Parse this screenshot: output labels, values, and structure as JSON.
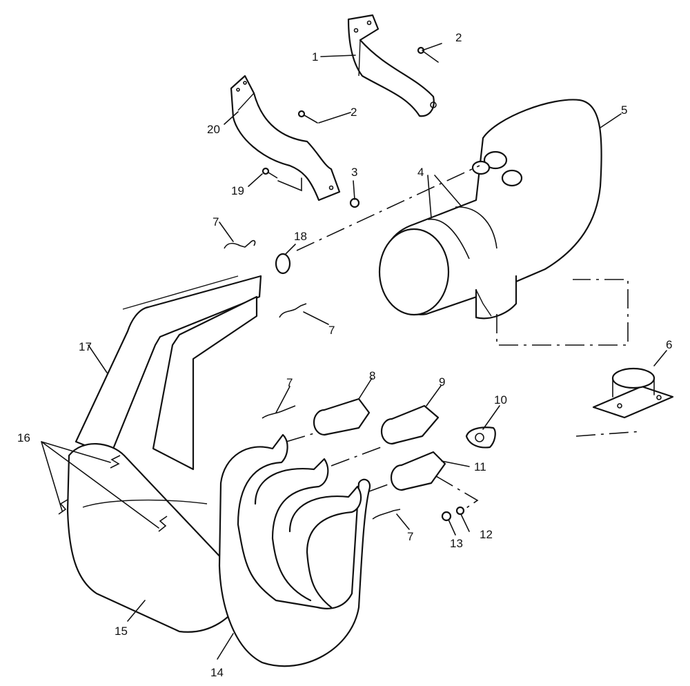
{
  "callouts": [
    {
      "id": "c1",
      "label": "1"
    },
    {
      "id": "c2a",
      "label": "2"
    },
    {
      "id": "c2b",
      "label": "2"
    },
    {
      "id": "c3",
      "label": "3"
    },
    {
      "id": "c4",
      "label": "4"
    },
    {
      "id": "c5",
      "label": "5"
    },
    {
      "id": "c6",
      "label": "6"
    },
    {
      "id": "c7a",
      "label": "7"
    },
    {
      "id": "c7b",
      "label": "7"
    },
    {
      "id": "c7c",
      "label": "7"
    },
    {
      "id": "c7d",
      "label": "7"
    },
    {
      "id": "c8",
      "label": "8"
    },
    {
      "id": "c9",
      "label": "9"
    },
    {
      "id": "c10",
      "label": "10"
    },
    {
      "id": "c11",
      "label": "11"
    },
    {
      "id": "c12",
      "label": "12"
    },
    {
      "id": "c13",
      "label": "13"
    },
    {
      "id": "c14",
      "label": "14"
    },
    {
      "id": "c15",
      "label": "15"
    },
    {
      "id": "c16",
      "label": "16"
    },
    {
      "id": "c17",
      "label": "17"
    },
    {
      "id": "c18",
      "label": "18"
    },
    {
      "id": "c19",
      "label": "19"
    },
    {
      "id": "c20",
      "label": "20"
    }
  ]
}
